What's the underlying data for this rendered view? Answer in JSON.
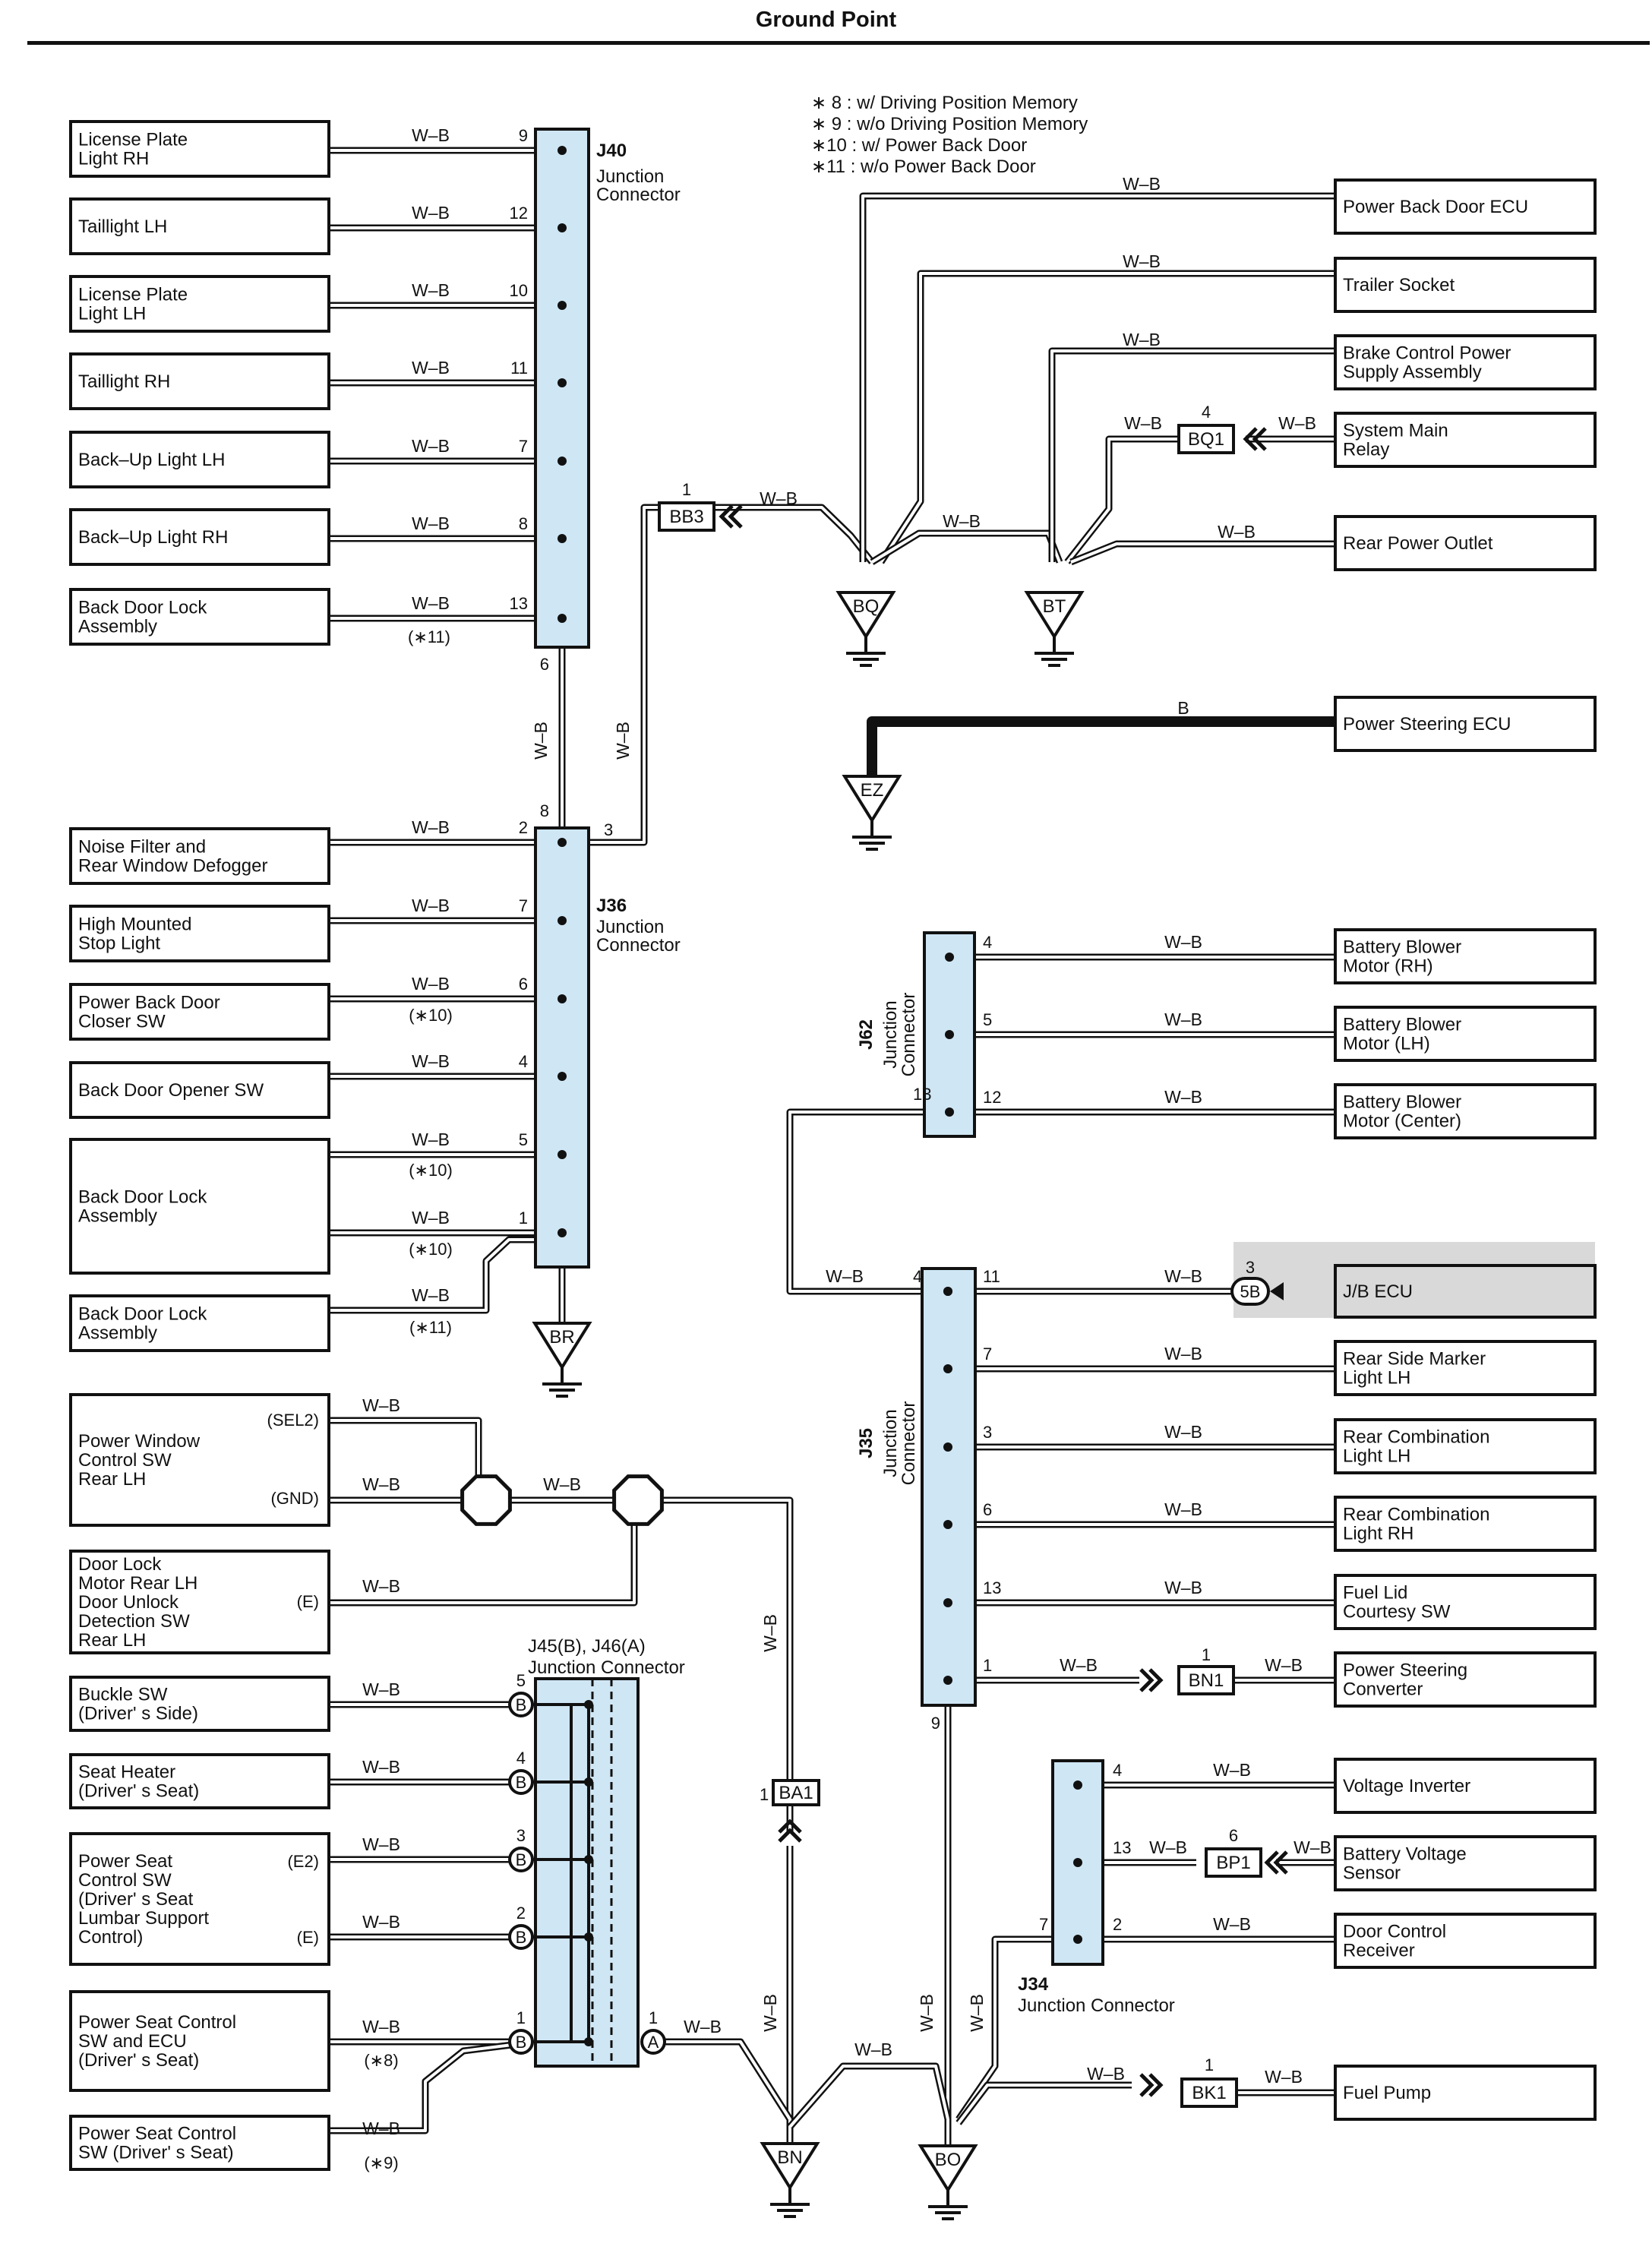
{
  "title": "Ground Point",
  "notes": [
    "∗ 8 : w/ Driving Position Memory",
    "∗ 9 : w/o Driving Position Memory",
    "∗10 : w/ Power Back Door",
    "∗11 : w/o Power Back Door"
  ],
  "wire": "W–B",
  "wire_black": "B",
  "components": [
    {
      "id": "c1",
      "lines": [
        "License Plate",
        "Light RH"
      ]
    },
    {
      "id": "c2",
      "lines": [
        "Taillight LH"
      ]
    },
    {
      "id": "c3",
      "lines": [
        "License Plate",
        "Light LH"
      ]
    },
    {
      "id": "c4",
      "lines": [
        "Taillight RH"
      ]
    },
    {
      "id": "c5",
      "lines": [
        "Back–Up Light LH"
      ]
    },
    {
      "id": "c6",
      "lines": [
        "Back–Up Light RH"
      ]
    },
    {
      "id": "c7",
      "lines": [
        "Back Door Lock",
        "Assembly"
      ]
    },
    {
      "id": "c8",
      "lines": [
        "Noise Filter and",
        "Rear Window Defogger"
      ]
    },
    {
      "id": "c9",
      "lines": [
        "High Mounted",
        "Stop Light"
      ]
    },
    {
      "id": "c10",
      "lines": [
        "Power Back Door",
        "Closer SW"
      ]
    },
    {
      "id": "c11",
      "lines": [
        "Back Door Opener SW"
      ]
    },
    {
      "id": "c12",
      "lines": [
        "Back Door Lock",
        "Assembly"
      ]
    },
    {
      "id": "c13",
      "lines": [
        "Back Door Lock",
        "Assembly"
      ]
    },
    {
      "id": "c14",
      "lines": [
        "Power Window",
        "Control SW",
        "Rear LH"
      ]
    },
    {
      "id": "c15",
      "lines": [
        "Door Lock",
        "Motor Rear LH",
        "Door Unlock",
        "Detection SW",
        "Rear LH"
      ]
    },
    {
      "id": "c16",
      "lines": [
        "Buckle SW",
        "(Driver' s Side)"
      ]
    },
    {
      "id": "c17",
      "lines": [
        "Seat Heater",
        "(Driver' s Seat)"
      ]
    },
    {
      "id": "c18",
      "lines": [
        "Power Seat",
        "Control SW",
        "(Driver' s Seat",
        "Lumbar Support",
        "Control)"
      ]
    },
    {
      "id": "c19",
      "lines": [
        "Power Seat Control",
        "SW and ECU",
        "(Driver' s Seat)"
      ]
    },
    {
      "id": "c20",
      "lines": [
        "Power Seat Control",
        "SW (Driver' s Seat)"
      ]
    },
    {
      "id": "c21",
      "lines": [
        "Power Back Door ECU"
      ]
    },
    {
      "id": "c22",
      "lines": [
        "Trailer Socket"
      ]
    },
    {
      "id": "c23",
      "lines": [
        "Brake Control Power",
        "Supply Assembly"
      ]
    },
    {
      "id": "c24",
      "lines": [
        "System Main",
        "Relay"
      ]
    },
    {
      "id": "c25",
      "lines": [
        "Rear Power Outlet"
      ]
    },
    {
      "id": "c26",
      "lines": [
        "Power Steering ECU"
      ]
    },
    {
      "id": "c27",
      "lines": [
        "Battery Blower",
        "Motor (RH)"
      ]
    },
    {
      "id": "c28",
      "lines": [
        "Battery Blower",
        "Motor (LH)"
      ]
    },
    {
      "id": "c29",
      "lines": [
        "Battery Blower",
        "Motor (Center)"
      ]
    },
    {
      "id": "c30",
      "lines": [
        "J/B ECU"
      ]
    },
    {
      "id": "c31",
      "lines": [
        "Rear Side Marker",
        "Light LH"
      ]
    },
    {
      "id": "c32",
      "lines": [
        "Rear Combination",
        "Light LH"
      ]
    },
    {
      "id": "c33",
      "lines": [
        "Rear Combination",
        "Light RH"
      ]
    },
    {
      "id": "c34",
      "lines": [
        "Fuel Lid",
        "Courtesy SW"
      ]
    },
    {
      "id": "c35",
      "lines": [
        "Power Steering",
        "Converter"
      ]
    },
    {
      "id": "c36",
      "lines": [
        "Voltage Inverter"
      ]
    },
    {
      "id": "c37",
      "lines": [
        "Battery Voltage",
        "Sensor"
      ]
    },
    {
      "id": "c38",
      "lines": [
        "Door Control",
        "Receiver"
      ]
    },
    {
      "id": "c39",
      "lines": [
        "Fuel Pump"
      ]
    }
  ],
  "junctions": {
    "J40": {
      "code": "J40",
      "lines": [
        "Junction",
        "Connector"
      ]
    },
    "J36": {
      "code": "J36",
      "lines": [
        "Junction",
        "Connector"
      ]
    },
    "J62": {
      "code": "J62",
      "lines": [
        "Junction",
        "Connector"
      ]
    },
    "J35": {
      "code": "J35",
      "lines": [
        "Junction",
        "Connector"
      ]
    },
    "J34": {
      "code": "J34",
      "lines": [
        "Junction Connector"
      ]
    },
    "J45": {
      "code": "J45(B), J46(A)",
      "lines": [
        "Junction Connector"
      ]
    }
  },
  "grounds": [
    "BQ",
    "BT",
    "EZ",
    "BR",
    "BN",
    "BO"
  ],
  "connectors": {
    "BB3": {
      "code": "BB3",
      "pin": "1"
    },
    "BQ1": {
      "code": "BQ1",
      "pin": "4"
    },
    "BN1": {
      "code": "BN1",
      "pin": "1"
    },
    "BA1": {
      "code": "BA1",
      "pin": "1"
    },
    "BP1": {
      "code": "BP1",
      "pin": "6"
    },
    "BK1": {
      "code": "BK1",
      "pin": "1"
    },
    "5B": {
      "code": "5B",
      "pin": "3"
    }
  },
  "pin_labels": [
    "(SEL2)",
    "(GND)",
    "(E)",
    "(E2)",
    "(E)"
  ],
  "note_refs": [
    "(∗11)",
    "(∗10)",
    "(∗10)",
    "(∗10)",
    "(∗11)",
    "(∗8)",
    "(∗9)"
  ],
  "pins": {
    "j40": [
      "9",
      "12",
      "10",
      "11",
      "7",
      "8",
      "13"
    ],
    "j40_bottom": "6",
    "j36_top": "8",
    "j36_3": "3",
    "j36": [
      "2",
      "7",
      "6",
      "4",
      "5",
      "1"
    ],
    "j62": [
      "4",
      "5",
      "12"
    ],
    "j62_13": "13",
    "j35": [
      "11",
      "7",
      "3",
      "6",
      "13",
      "1"
    ],
    "j35_4": "4",
    "j35_9": "9",
    "j34": [
      "4",
      "13",
      "2"
    ],
    "j34_7": "7",
    "j45": [
      "5",
      "4",
      "3",
      "2",
      "1"
    ],
    "j45_a": "1",
    "j45_letter_b": "B",
    "j45_letter_a": "A"
  },
  "colors": {
    "junction_fill": "#cfe6f4",
    "highlight_fill": "#d9d9d9",
    "line": "#111111"
  }
}
